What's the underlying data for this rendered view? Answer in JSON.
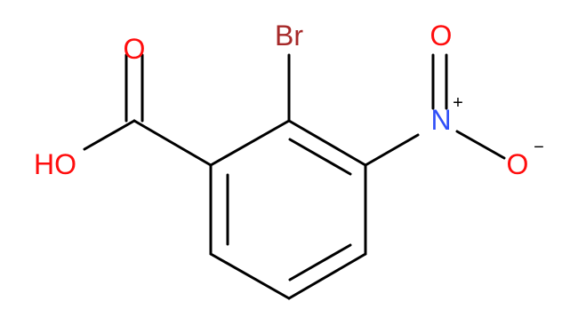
{
  "molecule": {
    "atoms": {
      "carbonyl_o": {
        "label": "O",
        "color": "#ff0d0d"
      },
      "hydroxyl": {
        "label": "HO",
        "color": "#ff0d0d"
      },
      "bromine": {
        "label": "Br",
        "color": "#a62929"
      },
      "nitro_n": {
        "label": "N",
        "charge": "+",
        "color": "#3050f8"
      },
      "nitro_o_double": {
        "label": "O",
        "color": "#ff0d0d"
      },
      "nitro_o_single": {
        "label": "O",
        "charge": "−",
        "color": "#ff0d0d"
      }
    },
    "bond_color": "#000000"
  }
}
